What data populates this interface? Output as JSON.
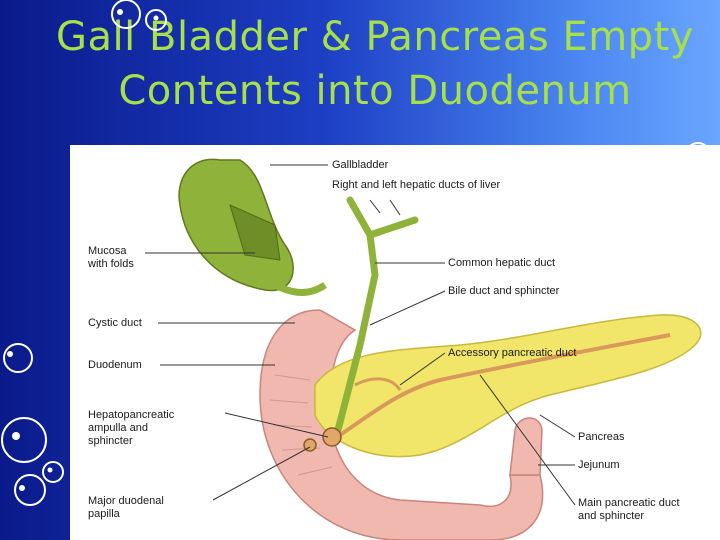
{
  "slide": {
    "title_line1": "Gall Bladder & Pancreas Empty",
    "title_line2": "Contents into Duodenum"
  },
  "labels": {
    "gallbladder": "Gallbladder",
    "hepatic_ducts": "Right and left hepatic ducts of liver",
    "mucosa": "Mucosa\nwith folds",
    "common_hepatic": "Common hepatic duct",
    "bile_duct": "Bile duct and sphincter",
    "cystic_duct": "Cystic duct",
    "accessory_pancreatic": "Accessory pancreatic duct",
    "duodenum": "Duodenum",
    "hepatopancreatic": "Hepatopancreatic\nampulla and\nsphincter",
    "pancreas": "Pancreas",
    "jejunum": "Jejunum",
    "major_papilla": "Major duodenal\npapilla",
    "main_pancreatic": "Main pancreatic duct\nand sphincter"
  },
  "colors": {
    "title": "#a8e04a",
    "gallbladder": "#8fb33a",
    "pancreas": "#f2e66a",
    "duodenum": "#f0b8ae",
    "duct": "#d8995a"
  }
}
